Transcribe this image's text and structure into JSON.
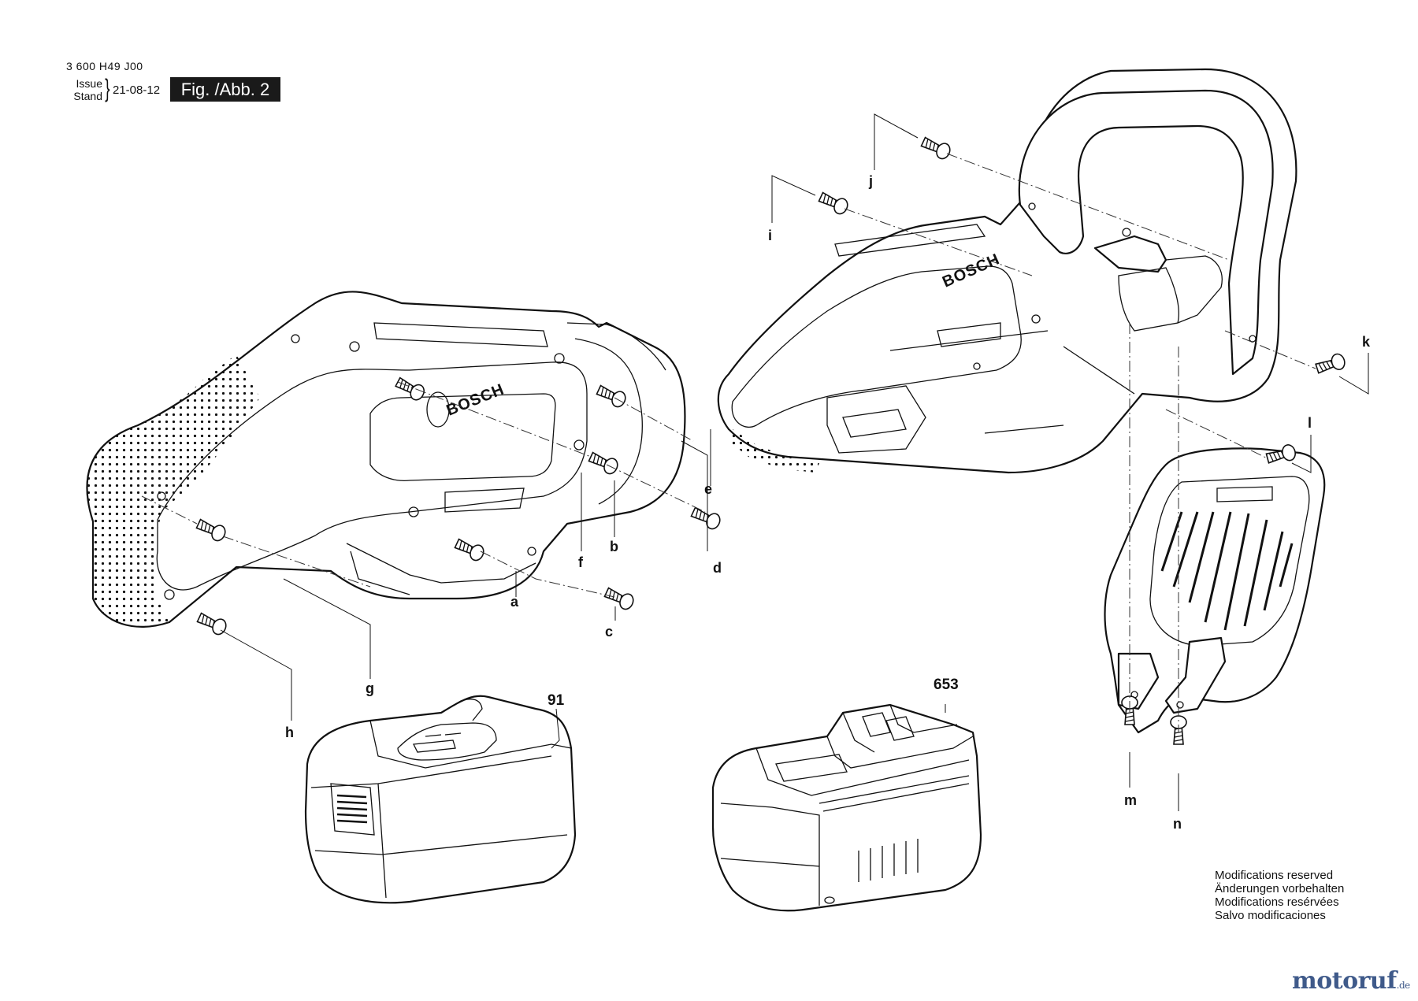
{
  "header": {
    "doc_number": "3 600 H49 J00",
    "issue_label_line1": "Issue",
    "issue_label_line2": "Stand",
    "issue_date": "21-08-12",
    "figure_label": "Fig. /Abb. 2"
  },
  "brand_marks": [
    "BOSCH",
    "BOSCH"
  ],
  "callouts": [
    "a",
    "b",
    "c",
    "d",
    "e",
    "f",
    "g",
    "h",
    "i",
    "j",
    "k",
    "l",
    "m",
    "n"
  ],
  "part_numbers": [
    "91",
    "653"
  ],
  "notice": [
    "Modifications reserved",
    "Änderungen vorbehalten",
    "Modifications resérvées",
    "Salvo modificaciones"
  ],
  "watermark": {
    "name": "motoruf",
    "tld": ".de",
    "color": "#3f5a8a"
  }
}
